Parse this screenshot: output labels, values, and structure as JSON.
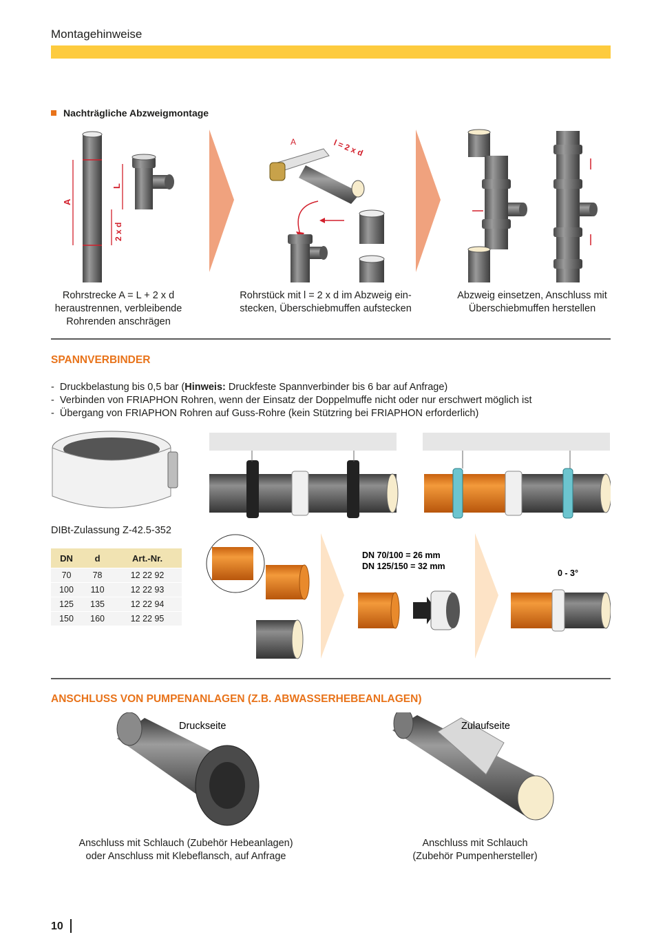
{
  "header": {
    "title": "Montagehinweise",
    "accent_color": "#fdcb3e"
  },
  "section_branch": {
    "title": "Nachträgliche Abzweigmontage",
    "diagram_labels": {
      "A": "A",
      "L": "L",
      "two_xd": "2 x d",
      "cut_A": "A",
      "cut_l": "l = 2 x d"
    },
    "captions": [
      "Rohrstrecke A = L + 2 x d heraustrennen, verbleibende Rohrenden anschrägen",
      "Rohrstück mit l = 2 x d im Abzweig ein-stecken, Überschiebmuffen aufstecken",
      "Abzweig einsetzen, Anschluss mit Überschiebmuffen herstellen"
    ]
  },
  "section_clamp": {
    "title": "SPANNVERBINDER",
    "bullets": [
      {
        "prefix": "Druckbelastung bis 0,5 bar (",
        "bold": "Hinweis:",
        "suffix": " Druckfeste Spannverbinder bis 6 bar auf Anfrage)"
      },
      {
        "text": "Verbinden von FRIAPHON Rohren, wenn der Einsatz der Doppelmuffe nicht oder nur erschwert möglich ist"
      },
      {
        "text": "Übergang von FRIAPHON Rohren auf Guss-Rohre (kein Stützring bei FRIAPHON erforderlich)"
      }
    ],
    "approval": "DIBt-Zulassung Z-42.5-352",
    "table": {
      "headers": [
        "DN",
        "d",
        "Art.-Nr."
      ],
      "rows": [
        [
          "70",
          "78",
          "12 22 92"
        ],
        [
          "100",
          "110",
          "12 22 93"
        ],
        [
          "125",
          "135",
          "12 22 94"
        ],
        [
          "150",
          "160",
          "12 22 95"
        ]
      ]
    },
    "dimension_notes": [
      "DN 70/100   = 26 mm",
      "DN 125/150 = 32 mm"
    ],
    "angle_label": "0 - 3°"
  },
  "section_pump": {
    "title": "ANSCHLUSS VON PUMPENANLAGEN (Z.B. ABWASSERHEBEANLAGEN)",
    "left": {
      "label": "Druckseite",
      "caption": [
        "Anschluss mit Schlauch (Zubehör Hebeanlagen)",
        "oder Anschluss mit Klebeflansch, auf Anfrage"
      ]
    },
    "right": {
      "label": "Zulaufseite",
      "caption": [
        "Anschluss mit Schlauch",
        "(Zubehör Pumpenhersteller)"
      ]
    }
  },
  "footer": {
    "page_number": "10"
  },
  "colors": {
    "orange": "#e8731a",
    "pipe_grey": "#6e6e6e",
    "salmon_arrow": "#f0a27e",
    "cream_arrow": "#fde3c6",
    "red": "#d21f2b"
  }
}
